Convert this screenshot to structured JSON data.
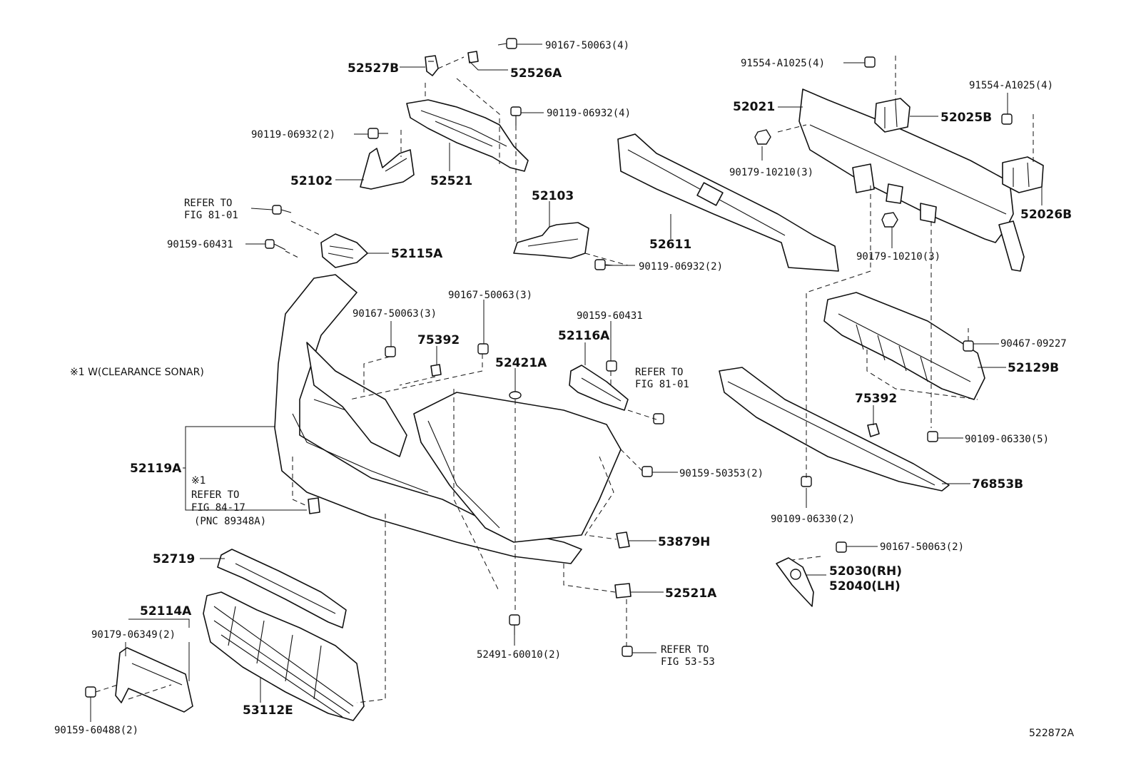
{
  "labels": {
    "p52527B": "52527B",
    "p52526A": "52526A",
    "p90167_4": "90167-50063(4)",
    "p90119_4": "90119-06932(4)",
    "p90119_2a": "90119-06932(2)",
    "p52102": "52102",
    "p52521": "52521",
    "p52103": "52103",
    "p90119_2b": "90119-06932(2)",
    "refer81a_1": "REFER TO",
    "refer81a_2": "FIG 81-01",
    "p90159_60431a": "90159-60431",
    "p52115A": "52115A",
    "p52611": "52611",
    "p91554_a": "91554-A1025(4)",
    "p52021": "52021",
    "p52025B": "52025B",
    "p91554_b": "91554-A1025(4)",
    "p90179_a": "90179-10210(3)",
    "p52026B": "52026B",
    "p90179_b": "90179-10210(3)",
    "p90167_3a": "90167-50063(3)",
    "p90167_3b": "90167-50063(3)",
    "p75392a": "75392",
    "p52421A": "52421A",
    "p90159_60431b": "90159-60431",
    "p52116A": "52116A",
    "refer81b_1": "REFER TO",
    "refer81b_2": "FIG 81-01",
    "note_sonar": "※1 W(CLEARANCE SONAR)",
    "p90467": "90467-09227",
    "p52129B": "52129B",
    "p75392b": "75392",
    "p90109_5": "90109-06330(5)",
    "p52119A": "52119A",
    "x1": "※1",
    "refer84_1": "REFER TO",
    "refer84_2": "FIG 84-17",
    "refer84_3": "(PNC 89348A)",
    "p90159_50353": "90159-50353(2)",
    "p76853B": "76853B",
    "p90109_2": "90109-06330(2)",
    "p53879H": "53879H",
    "p52719": "52719",
    "p90167_2": "90167-50063(2)",
    "p52030": "52030(RH)",
    "p52040": "52040(LH)",
    "p52114A": "52114A",
    "p90179_06349": "90179-06349(2)",
    "p52521A": "52521A",
    "p52491": "52491-60010(2)",
    "refer53_1": "REFER TO",
    "refer53_2": "FIG 53-53",
    "p53112E": "53112E",
    "p90159_60488": "90159-60488(2)",
    "diagram_id": "522872A"
  }
}
